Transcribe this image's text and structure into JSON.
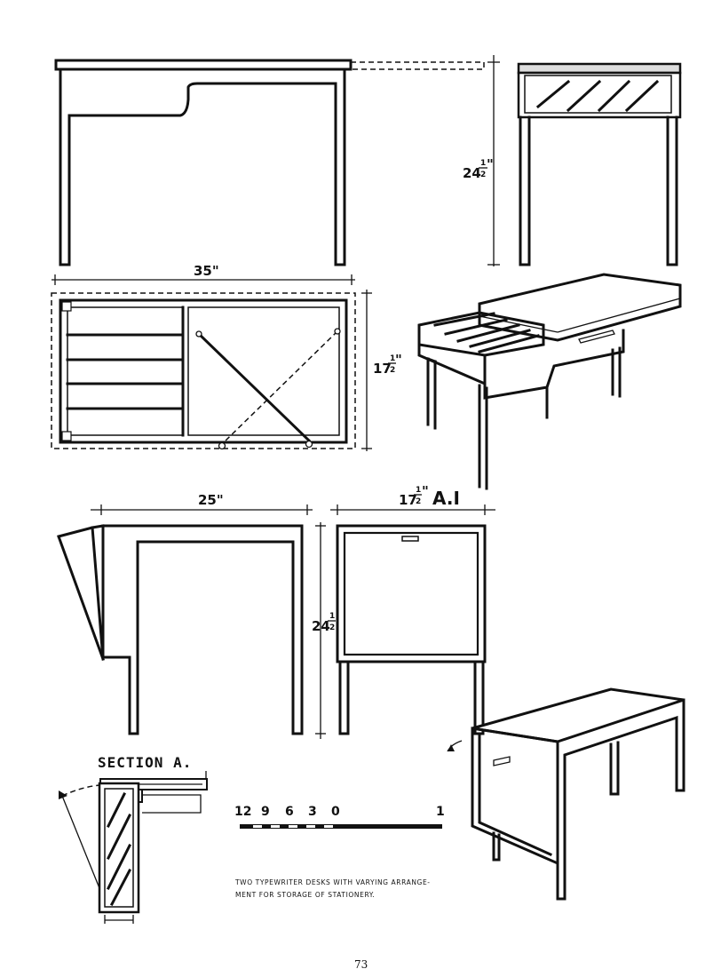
{
  "dimensions": {
    "height_whole": "24",
    "height_frac_num": "1",
    "height_frac_den": "2",
    "height_inch": "\"",
    "width_desk1": "35\"",
    "depth_whole": "17",
    "depth_frac_num": "1",
    "depth_frac_den": "2",
    "depth_inch": "\"",
    "width_desk2": "25\"",
    "section_marker": "A.I"
  },
  "section": {
    "label": "SECTION A."
  },
  "scale": {
    "labels": [
      "12",
      "9",
      "6",
      "3",
      "0",
      "1"
    ]
  },
  "caption": {
    "line1": "TWO TYPEWRITER DESKS WITH VARYING ARRANGE-",
    "line2": "MENT FOR STORAGE OF STATIONERY."
  },
  "page_number": "73"
}
